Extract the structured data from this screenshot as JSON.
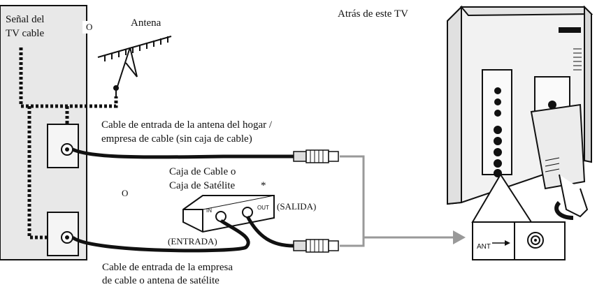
{
  "labels": {
    "cable_signal_line1": "Señal del",
    "cable_signal_line2": "TV cable",
    "or_top": "O",
    "antenna": "Antena",
    "back_of_tv": "Atrás de este TV",
    "home_cable_line1": "Cable de entrada de la antena del hogar /",
    "home_cable_line2": "empresa de cable (sin caja de cable)",
    "box_line1": "Caja de Cable o",
    "box_line2": "Caja de Satélite",
    "asterisk": "*",
    "or_middle": "O",
    "box_in": "IN",
    "box_out": "OUT",
    "salida": "(SALIDA)",
    "entrada": "(ENTRADA)",
    "bottom_cable_line1": "Cable de entrada de la empresa",
    "bottom_cable_line2": "de cable o antena de satélite",
    "ant_jack": "ANT"
  },
  "colors": {
    "wall_panel": "#e8e8e8",
    "connector_gray": "#999999",
    "line_black": "#111111",
    "tv_body": "#f2f2f2"
  }
}
